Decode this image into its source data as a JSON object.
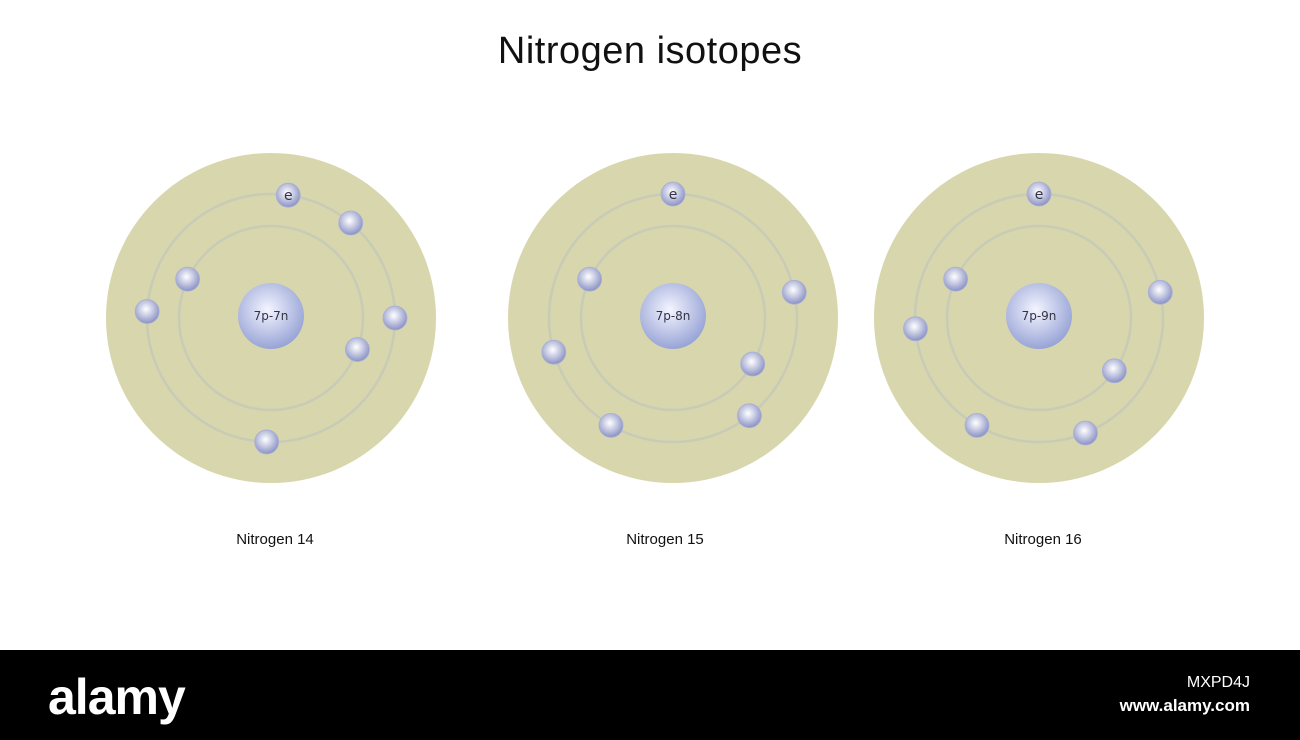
{
  "title": "Nitrogen isotopes",
  "colors": {
    "shell_fill": "#d8d6ad",
    "orbit_stroke": "#c8cbb6",
    "nucleus_center": "#f4f5ff",
    "nucleus_edge": "#98a4d6",
    "electron_center": "#ffffff",
    "electron_edge": "#8a92c4",
    "footer": "#000000"
  },
  "atoms": [
    {
      "label": "Nitrogen 14",
      "nucleus_label": "7p-7n",
      "electron_symbol": "e",
      "electrons_inner": 2,
      "electrons_outer": 5
    },
    {
      "label": "Nitrogen 15",
      "nucleus_label": "7p-8n",
      "electron_symbol": "e",
      "electrons_inner": 2,
      "electrons_outer": 5
    },
    {
      "label": "Nitrogen 16",
      "nucleus_label": "7p-9n",
      "electron_symbol": "e",
      "electrons_inner": 2,
      "electrons_outer": 5
    }
  ],
  "footer": {
    "brand": "alamy",
    "image_id": "MXPD4J",
    "site": "www.alamy.com"
  }
}
